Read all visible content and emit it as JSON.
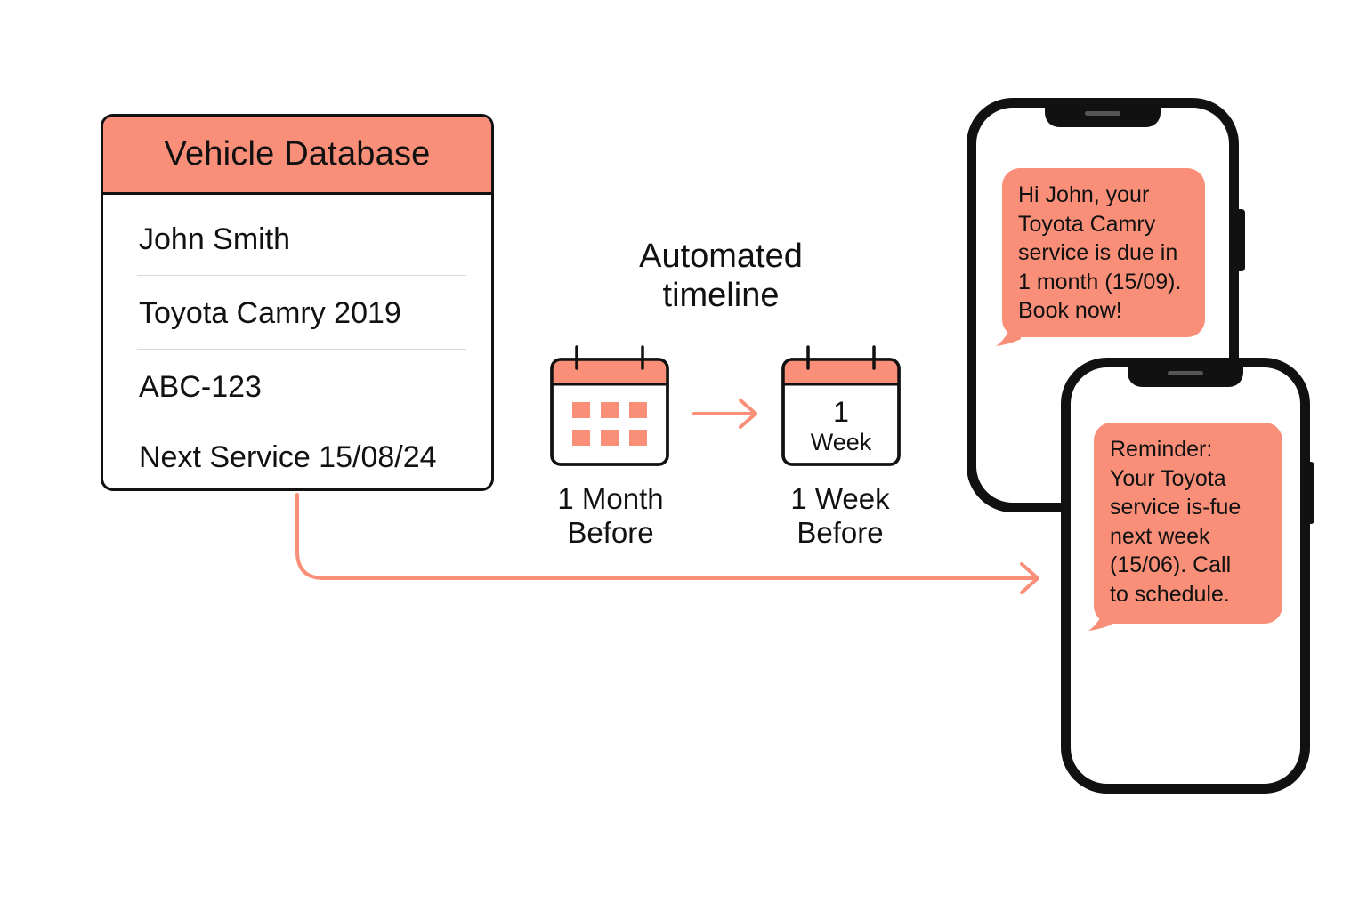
{
  "colors": {
    "accent": "#f98f78",
    "outline": "#111111",
    "background": "#ffffff",
    "divider": "#d8d8d8"
  },
  "database": {
    "title": "Vehicle Database",
    "rows": [
      "John Smith",
      "Toyota Camry 2019",
      "ABC-123",
      "Next Service 15/08/24"
    ]
  },
  "timeline": {
    "title_line1": "Automated",
    "title_line2": "timeline",
    "month": {
      "icon": "calendar-grid-icon",
      "label_line1": "1 Month",
      "label_line2": "Before"
    },
    "week": {
      "icon": "calendar-week-icon",
      "icon_number": "1",
      "icon_word": "Week",
      "label_line1": "1 Week",
      "label_line2": "Before"
    }
  },
  "phone_month": {
    "message_lines": [
      "Hi John, your",
      "Toyota Camry",
      "service is due in",
      "1 month (15/09).",
      "Book now!"
    ]
  },
  "phone_week": {
    "message_lines": [
      "Reminder:",
      "Your Toyota",
      "service is-fue",
      "next week",
      "(15/06). Call",
      "to schedule."
    ]
  }
}
